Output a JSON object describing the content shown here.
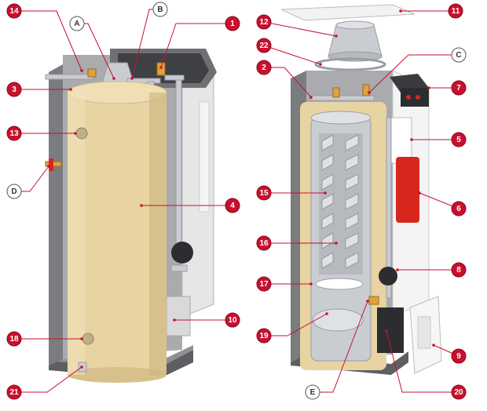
{
  "colors": {
    "callout_fill": "#c8102e",
    "callout_letter_fill": "#ffffff",
    "callout_stroke": "#8a0a1d",
    "leader_line": "#c8102e",
    "casing_gray": "#8e9094",
    "casing_dark": "#5d5f63",
    "tank_insulation": "#e8d3a2",
    "stainless": "#c9ccd1",
    "expansion_vessel": "#d7261e",
    "panel_white": "#f4f4f4"
  },
  "callouts": [
    {
      "id": "14",
      "kind": "number",
      "label": "14"
    },
    {
      "id": "A",
      "kind": "letter",
      "label": "A"
    },
    {
      "id": "B",
      "kind": "letter",
      "label": "B"
    },
    {
      "id": "1",
      "kind": "number",
      "label": "1"
    },
    {
      "id": "3",
      "kind": "number",
      "label": "3"
    },
    {
      "id": "13",
      "kind": "number",
      "label": "13"
    },
    {
      "id": "D",
      "kind": "letter",
      "label": "D"
    },
    {
      "id": "4",
      "kind": "number",
      "label": "4"
    },
    {
      "id": "10",
      "kind": "number",
      "label": "10"
    },
    {
      "id": "18",
      "kind": "number",
      "label": "18"
    },
    {
      "id": "21",
      "kind": "number",
      "label": "21"
    },
    {
      "id": "11",
      "kind": "number",
      "label": "11"
    },
    {
      "id": "12",
      "kind": "number",
      "label": "12"
    },
    {
      "id": "22",
      "kind": "number",
      "label": "22"
    },
    {
      "id": "C",
      "kind": "letter",
      "label": "C"
    },
    {
      "id": "2",
      "kind": "number",
      "label": "2"
    },
    {
      "id": "7",
      "kind": "number",
      "label": "7"
    },
    {
      "id": "5",
      "kind": "number",
      "label": "5"
    },
    {
      "id": "15",
      "kind": "number",
      "label": "15"
    },
    {
      "id": "6",
      "kind": "number",
      "label": "6"
    },
    {
      "id": "16",
      "kind": "number",
      "label": "16"
    },
    {
      "id": "8",
      "kind": "number",
      "label": "8"
    },
    {
      "id": "17",
      "kind": "number",
      "label": "17"
    },
    {
      "id": "19",
      "kind": "number",
      "label": "19"
    },
    {
      "id": "9",
      "kind": "number",
      "label": "9"
    },
    {
      "id": "E",
      "kind": "letter",
      "label": "E"
    },
    {
      "id": "20",
      "kind": "number",
      "label": "20"
    }
  ]
}
